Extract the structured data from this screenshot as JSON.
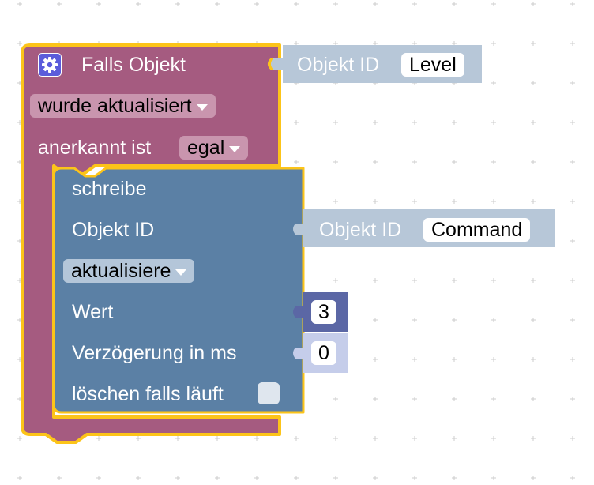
{
  "colors": {
    "trigger_block": "#a55b80",
    "trigger_highlight": "#fcc419",
    "write_block": "#5b80a5",
    "object_id_block": "#b7c7d8",
    "number_block": "#5b67a5",
    "number_block_light": "#c5cdea"
  },
  "trigger": {
    "title": "Falls Objekt",
    "icon": "gear-icon",
    "event_option": "wurde aktualisiert",
    "ack_label": "anerkannt ist",
    "ack_option": "egal"
  },
  "trigger_object": {
    "label": "Objekt ID",
    "value": "Level"
  },
  "write": {
    "title": "schreibe",
    "object_label": "Objekt ID",
    "mode_option": "aktualisiere",
    "value_label": "Wert",
    "delay_label": "Verzögerung in ms",
    "clear_label": "löschen falls läuft",
    "clear_checked": false
  },
  "write_object": {
    "label": "Objekt ID",
    "value": "Command"
  },
  "value_number": "3",
  "delay_number": "0"
}
